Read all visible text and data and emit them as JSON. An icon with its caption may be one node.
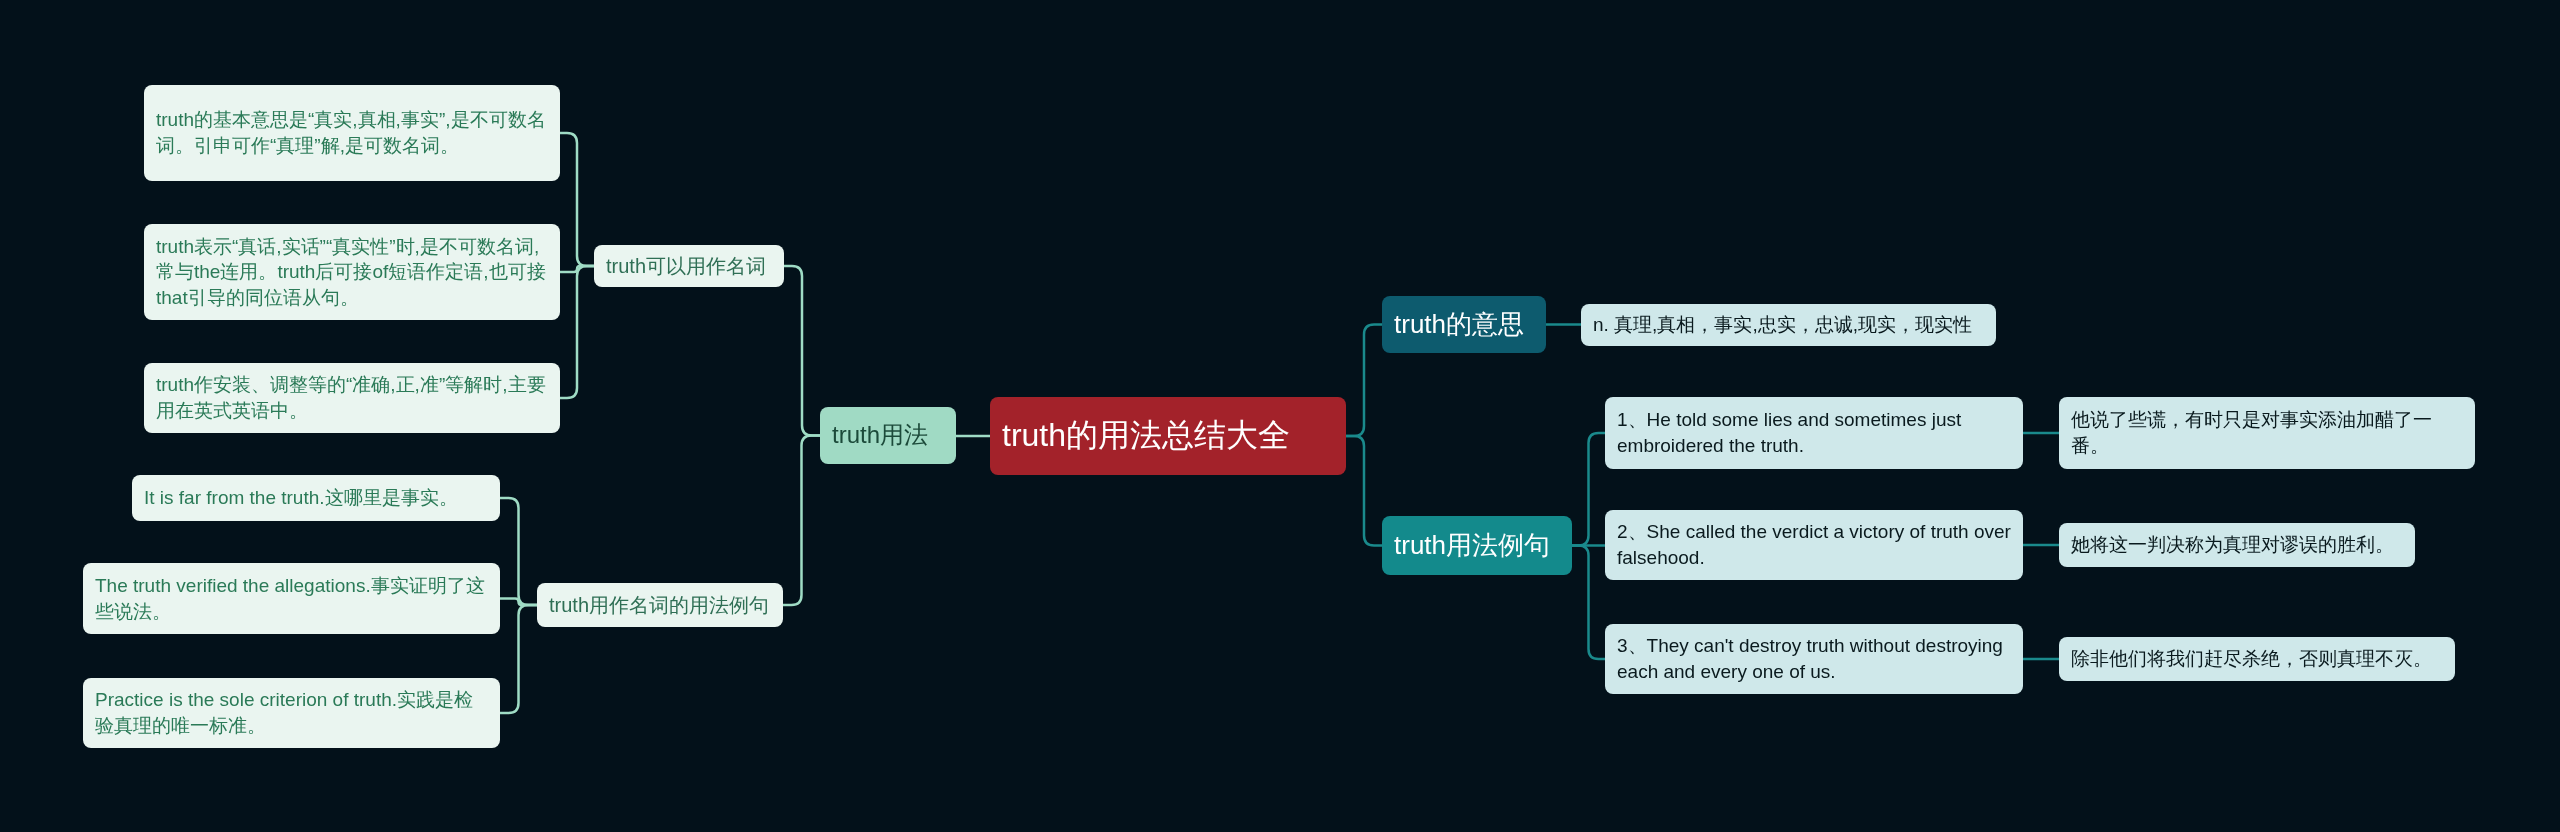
{
  "diagram": {
    "nodes": [
      {
        "text": [
          "truth的用法总结大全"
        ]
      },
      {
        "text": [
          "truth用法"
        ]
      },
      {
        "text": [
          "truth可以用作名词"
        ]
      },
      {
        "text": [
          "truth的基本意思是“真实,真相,事实”,是不可数名词。引申可作“真理”解,是可数名词。"
        ]
      },
      {
        "text": [
          "truth表示“真话,实话”“真实性”时,是不可数名词,常与the连用。truth后可接of短语作定语,也可接that引导的同位语从句。"
        ]
      },
      {
        "text": [
          "truth作安装、调整等的“准确,正,准”等解时,主要用在英式英语中。"
        ]
      },
      {
        "text": [
          "truth用作名词的用法例句"
        ]
      },
      {
        "text": [
          "It is far from the truth.这哪里是事实。"
        ]
      },
      {
        "text": [
          "The truth verified the allegations.事实证明了这些说法。"
        ]
      },
      {
        "text": [
          "Practice is the sole criterion of truth.实践是检验真理的唯一标准。"
        ]
      },
      {
        "text": [
          "truth的意思"
        ]
      },
      {
        "text": [
          "n. 真理,真相，事实,忠实，忠诚,现实，现实性"
        ]
      },
      {
        "text": [
          "truth用法例句"
        ]
      },
      {
        "text": [
          "1、He told some lies and sometimes just embroidered the truth."
        ]
      },
      {
        "text": [
          "他说了些谎，有时只是对事实添油加醋了一番。"
        ]
      },
      {
        "text": [
          "2、She called the verdict a victory of truth over falsehood."
        ]
      },
      {
        "text": [
          "她将这一判决称为真理对谬误的胜利。"
        ]
      },
      {
        "text": [
          "3、They can't destroy truth without destroying each and every one of us."
        ]
      },
      {
        "text": [
          "除非他们将我们赶尽杀绝，否则真理不灭。"
        ]
      }
    ],
    "edges": [
      {
        "from": 0,
        "to": 1,
        "arrow": "none"
      },
      {
        "from": 1,
        "to": 2,
        "arrow": "none"
      },
      {
        "from": 2,
        "to": 3,
        "arrow": "none"
      },
      {
        "from": 2,
        "to": 4,
        "arrow": "none"
      },
      {
        "from": 2,
        "to": 5,
        "arrow": "none"
      },
      {
        "from": 1,
        "to": 6,
        "arrow": "none"
      },
      {
        "from": 6,
        "to": 7,
        "arrow": "none"
      },
      {
        "from": 6,
        "to": 8,
        "arrow": "none"
      },
      {
        "from": 6,
        "to": 9,
        "arrow": "none"
      },
      {
        "from": 0,
        "to": 10,
        "arrow": "none",
        "color": "#1a8a8c"
      },
      {
        "from": 10,
        "to": 11,
        "arrow": "none",
        "color": "#1a8a8c"
      },
      {
        "from": 0,
        "to": 12,
        "arrow": "none",
        "color": "#1a8a8c"
      },
      {
        "from": 12,
        "to": 13,
        "arrow": "none",
        "color": "#1a8a8c"
      },
      {
        "from": 13,
        "to": 14,
        "arrow": "none",
        "color": "#1a8a8c"
      },
      {
        "from": 12,
        "to": 15,
        "arrow": "none",
        "color": "#1a8a8c"
      },
      {
        "from": 15,
        "to": 16,
        "arrow": "none",
        "color": "#1a8a8c"
      },
      {
        "from": 12,
        "to": 17,
        "arrow": "none",
        "color": "#1a8a8c"
      },
      {
        "from": 17,
        "to": 18,
        "arrow": "none",
        "color": "#1a8a8c"
      }
    ]
  }
}
